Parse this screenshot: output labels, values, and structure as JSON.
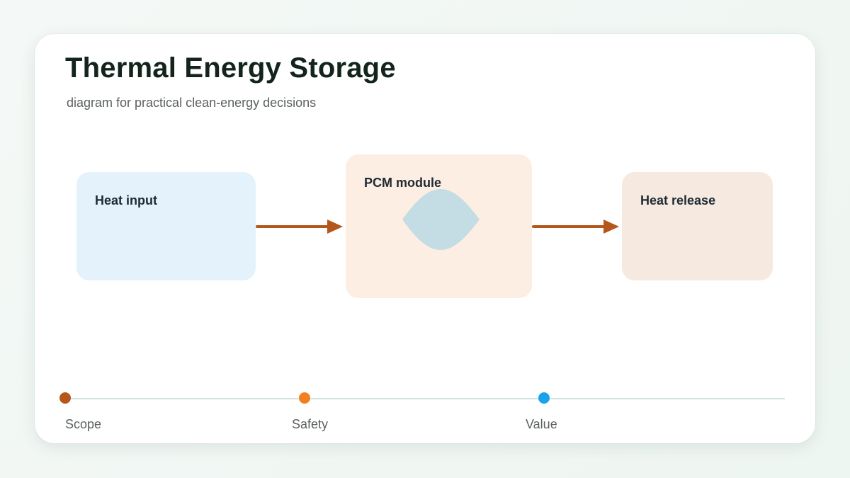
{
  "header": {
    "title": "Thermal Energy Storage",
    "subtitle": "diagram for practical clean-energy decisions"
  },
  "diagram": {
    "nodes": [
      {
        "id": "heat-input",
        "label": "Heat input"
      },
      {
        "id": "pcm-module",
        "label": "PCM module",
        "icon": "lens-shape-icon"
      },
      {
        "id": "heat-release",
        "label": "Heat release"
      }
    ],
    "edges": [
      {
        "from": "heat-input",
        "to": "pcm-module"
      },
      {
        "from": "pcm-module",
        "to": "heat-release"
      }
    ]
  },
  "timeline": {
    "steps": [
      {
        "label": "Scope",
        "color": "#b5561a"
      },
      {
        "label": "Safety",
        "color": "#f28022"
      },
      {
        "label": "Value",
        "color": "#1aa3e8"
      }
    ]
  },
  "colors": {
    "arrow": "#b5561a",
    "heat_input_fill": "#e3f2fb",
    "pcm_module_fill": "#fdeee3",
    "heat_release_fill": "#f5e9e0",
    "lens_fill": "#c4dce3",
    "timeline_line": "#d4e4e4"
  }
}
